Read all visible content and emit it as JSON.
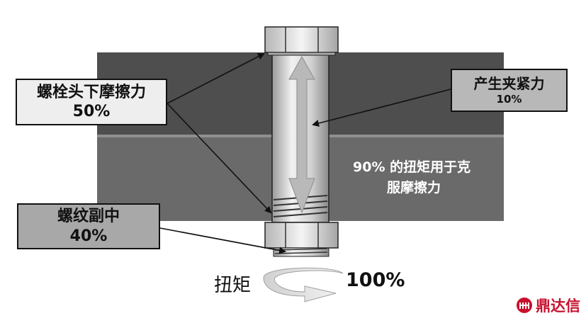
{
  "labels": {
    "head_friction": {
      "text": "螺栓头下摩擦力",
      "percent": "50%"
    },
    "thread_friction": {
      "text": "螺纹副中",
      "percent": "40%"
    },
    "clamp_force": {
      "text": "产生夹紧力",
      "percent": "10%"
    },
    "plate_note": {
      "line1": "90% 的扭矩用于克",
      "line2": "服摩擦力"
    },
    "torque": {
      "text": "扭矩",
      "percent": "100%"
    }
  },
  "logo": {
    "text": "鼎达信",
    "mark_icon": "ddx-logo-icon",
    "color": "#c8102e"
  },
  "colors": {
    "plate_top": "#4e4e4e",
    "plate_bottom": "#6a6a6a",
    "bolt_shank": "#d8d8d8",
    "bolt_head": "#e6e6e6",
    "arrow": "#111111"
  }
}
